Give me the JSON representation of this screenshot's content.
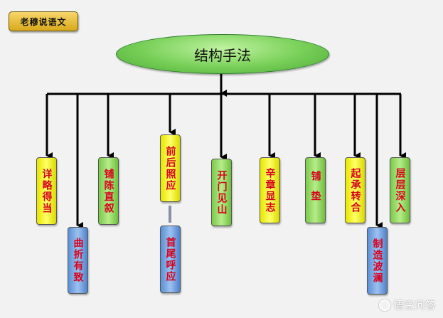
{
  "badge": "老穆说语文",
  "root": "结构手法",
  "nodes": [
    {
      "id": "n1",
      "label": "详略得当",
      "color": "yellow"
    },
    {
      "id": "n2",
      "label": "曲折有致",
      "color": "blue"
    },
    {
      "id": "n3",
      "label": "铺陈直叙",
      "color": "green"
    },
    {
      "id": "n4",
      "label": "前后照应",
      "color": "yellow"
    },
    {
      "id": "n4b",
      "label": "首尾呼应",
      "color": "blue"
    },
    {
      "id": "n5",
      "label": "开门见山",
      "color": "green"
    },
    {
      "id": "n6",
      "label": "辛章显志",
      "color": "yellow"
    },
    {
      "id": "n7",
      "label": "铺垫",
      "color": "green"
    },
    {
      "id": "n8",
      "label": "起承转合",
      "color": "yellow"
    },
    {
      "id": "n9",
      "label": "制造波澜",
      "color": "blue"
    },
    {
      "id": "n10",
      "label": "层层深入",
      "color": "green"
    }
  ],
  "watermark": "悟空问答"
}
